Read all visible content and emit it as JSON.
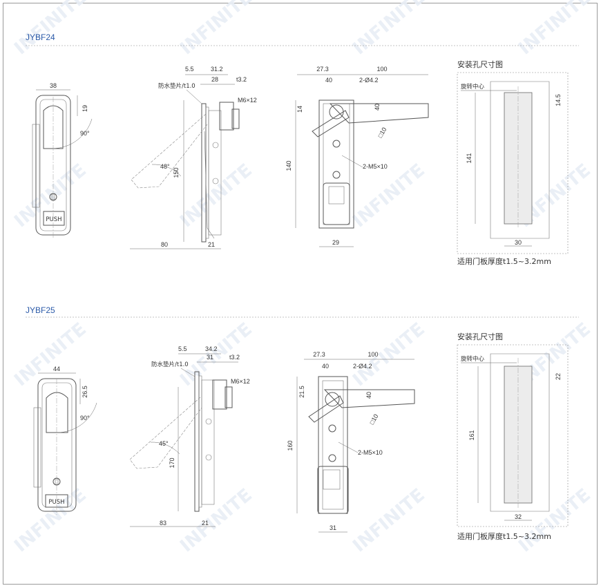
{
  "colors": {
    "accent": "#2b5aa8",
    "line": "#555555"
  },
  "sections": [
    {
      "model": "JYBF24",
      "front": {
        "width": "38",
        "top": "19",
        "angle": "90°"
      },
      "side": {
        "d1": "5.5",
        "d2": "31.2",
        "d3": "28",
        "d4": "t3.2",
        "gasket": "防水垫片/t1.0",
        "screw": "M6×12",
        "angle": "48°",
        "height": "150",
        "depth": "80",
        "base": "21"
      },
      "back": {
        "d1": "27.3",
        "d2": "100",
        "d3": "40",
        "holes": "2-Ø4.2",
        "d4": "14",
        "d5": "40",
        "square": "□10",
        "height": "140",
        "screws": "2-M5×10",
        "bottom": "29"
      },
      "cutout": {
        "title": "安装孔尺寸图",
        "center": "旋转中心",
        "top": "14.5",
        "height": "141",
        "width": "30",
        "note": "适用门板厚度t1.5~3.2mm"
      }
    },
    {
      "model": "JYBF25",
      "front": {
        "width": "44",
        "top": "26.5",
        "angle": "90°"
      },
      "side": {
        "d1": "5.5",
        "d2": "34.2",
        "d3": "31",
        "d4": "t3.2",
        "gasket": "防水垫片/t1.0",
        "screw": "M6×12",
        "angle": "45°",
        "height": "170",
        "depth": "83",
        "base": "21"
      },
      "back": {
        "d1": "27.3",
        "d2": "100",
        "d3": "40",
        "holes": "2-Ø4.2",
        "d4": "21.5",
        "d5": "40",
        "square": "□10",
        "height": "160",
        "screws": "2-M5×10",
        "bottom": "31"
      },
      "cutout": {
        "title": "安装孔尺寸图",
        "center": "旋转中心",
        "top": "22",
        "height": "161",
        "width": "32",
        "note": "适用门板厚度t1.5~3.2mm"
      }
    }
  ],
  "push_label": "PUSH"
}
